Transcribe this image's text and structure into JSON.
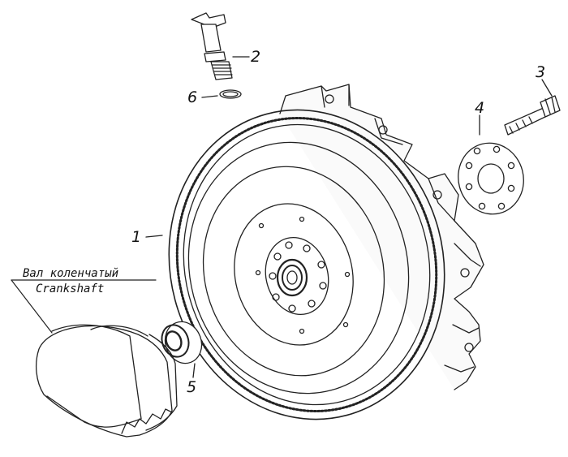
{
  "diagram": {
    "caption_ru": "Вал коленчатый",
    "caption_en": "Crankshaft",
    "callouts": [
      "1",
      "2",
      "3",
      "4",
      "5",
      "6"
    ],
    "ink_color": "#222222"
  }
}
